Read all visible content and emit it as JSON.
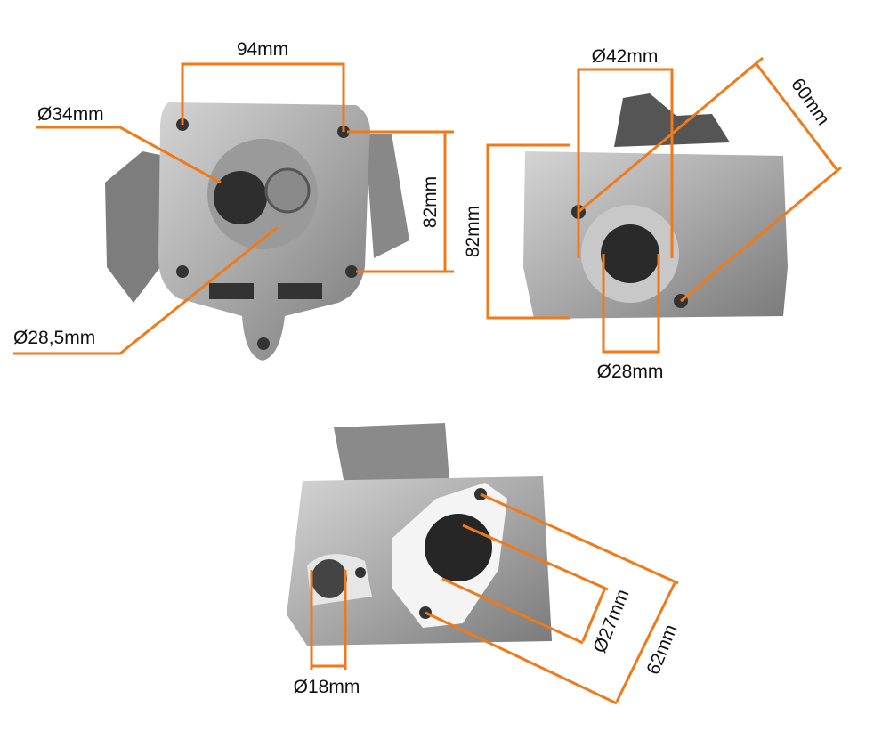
{
  "colors": {
    "dimension_line": "#f07a1a",
    "metal_light": "#b9b9b9",
    "metal_dark": "#6f6f6f"
  },
  "views": {
    "top_left": {
      "width": "94mm",
      "intake_valve": "Ø34mm",
      "height": "82mm",
      "exhaust_valve": "Ø28,5mm"
    },
    "top_right": {
      "flange_width": "Ø42mm",
      "diagonal": "60mm",
      "height": "82mm",
      "port": "Ø28mm"
    },
    "bottom": {
      "small_port": "Ø18mm",
      "port": "Ø27mm",
      "diagonal": "62mm"
    }
  }
}
